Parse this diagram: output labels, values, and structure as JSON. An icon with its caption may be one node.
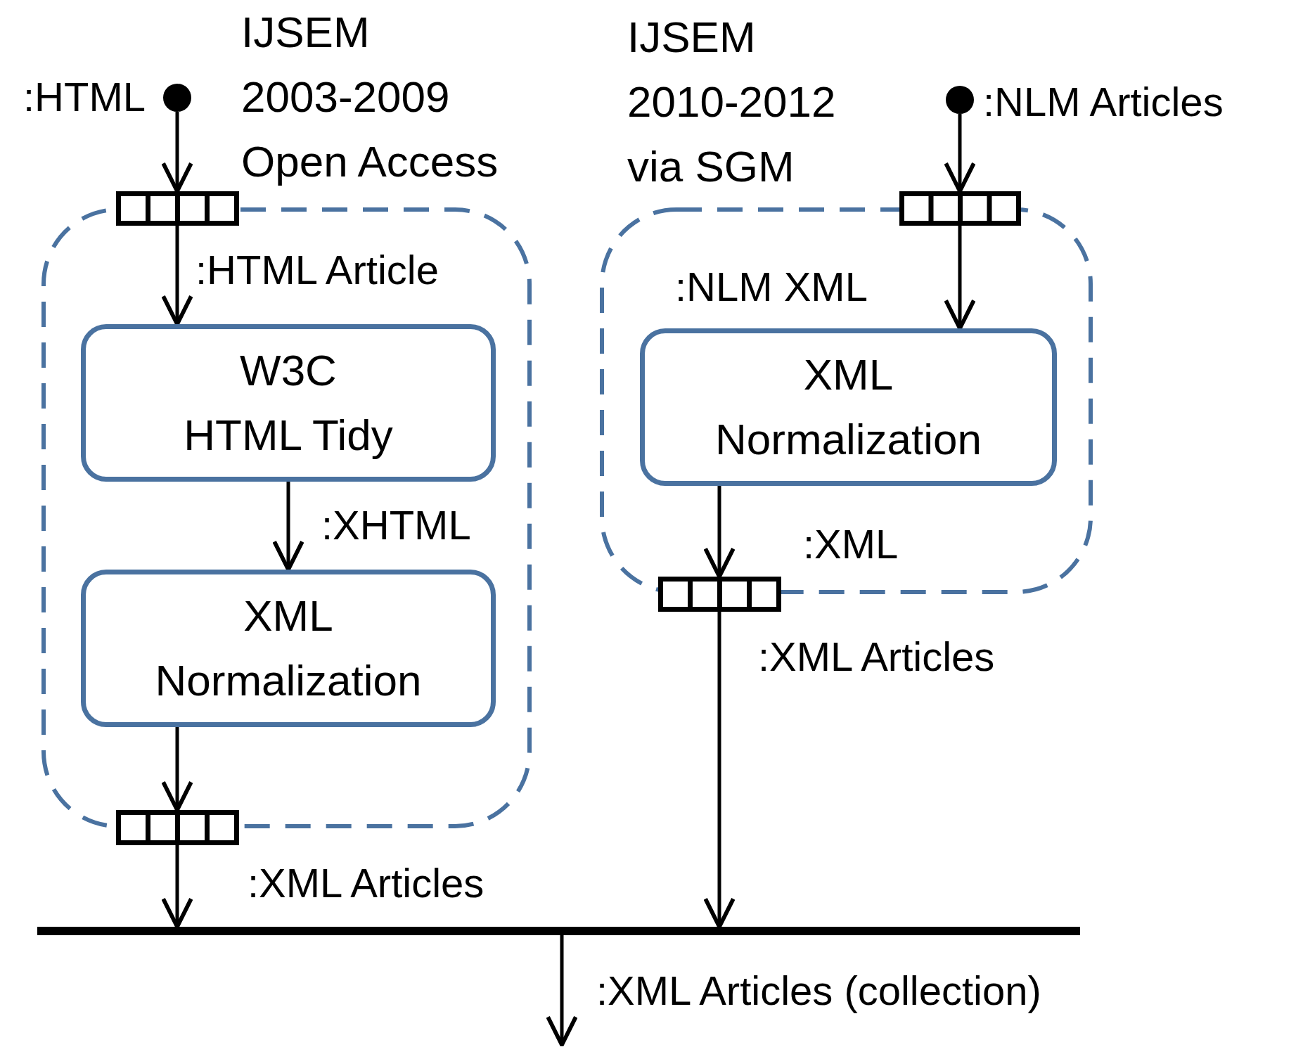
{
  "diagram": {
    "nodes": [
      {
        "text": [],
        "shape": "circle",
        "beside": [
          ":HTML"
        ]
      },
      {
        "text": [
          "IJSEM 2003-2009 Open Access"
        ]
      },
      {
        "text": [],
        "shape": "box"
      },
      {
        "text": [
          "W3C HTML Tidy"
        ],
        "in": 1
      },
      {
        "text": [
          "XML Normalization"
        ],
        "in": 1
      },
      {
        "text": [],
        "shape": "box"
      },
      {
        "text": [],
        "shape": "circle",
        "beside": [
          ":NLM Articles"
        ]
      },
      {
        "text": [
          "IJSEM 2010-2012 via SGM"
        ]
      },
      {
        "text": [],
        "shape": "box"
      },
      {
        "text": [
          "XML Normalization"
        ],
        "in": 7
      },
      {
        "text": [],
        "shape": "box"
      },
      {
        "text": [],
        "shape": "bar"
      }
    ],
    "edges": [
      {
        "from": 0,
        "to": 2,
        "arrow": "to"
      },
      {
        "from": 2,
        "to": 3,
        "arrow": "to",
        "label": ":HTML Article"
      },
      {
        "from": 3,
        "to": 4,
        "arrow": "to",
        "label": ":XHTML"
      },
      {
        "from": 4,
        "to": 5,
        "arrow": "to"
      },
      {
        "from": 5,
        "to": 11,
        "arrow": "to",
        "label": ":XML Articles"
      },
      {
        "from": 6,
        "to": 8,
        "arrow": "to"
      },
      {
        "from": 8,
        "to": 9,
        "arrow": "to",
        "label": ":NLM XML"
      },
      {
        "from": 9,
        "to": 10,
        "arrow": "to",
        "label": ":XML"
      },
      {
        "from": 10,
        "to": 11,
        "arrow": "to",
        "label": ":XML Articles"
      },
      {
        "from": 11,
        "to": null,
        "arrow": "to",
        "label": ":XML Articles (collection)"
      }
    ]
  }
}
